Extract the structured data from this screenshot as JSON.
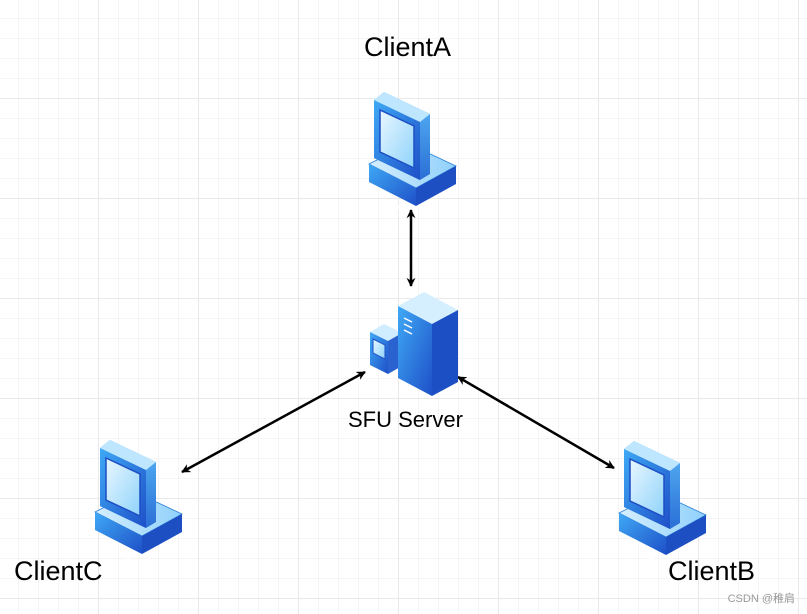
{
  "nodes": {
    "server": {
      "label": "SFU Server"
    },
    "client_a": {
      "label": "ClientA"
    },
    "client_b": {
      "label": "ClientB"
    },
    "client_c": {
      "label": "ClientC"
    }
  },
  "edges": [
    {
      "from": "ClientA",
      "to": "SFU Server",
      "bidirectional": true
    },
    {
      "from": "SFU Server",
      "to": "ClientB",
      "bidirectional": true
    },
    {
      "from": "SFU Server",
      "to": "ClientC",
      "bidirectional": true
    }
  ],
  "watermark": "CSDN @稚肩",
  "colors": {
    "device_light": "#a8dcfb",
    "device_mid": "#2d9cec",
    "device_dark": "#1d4fc4",
    "arrow": "#000000"
  }
}
